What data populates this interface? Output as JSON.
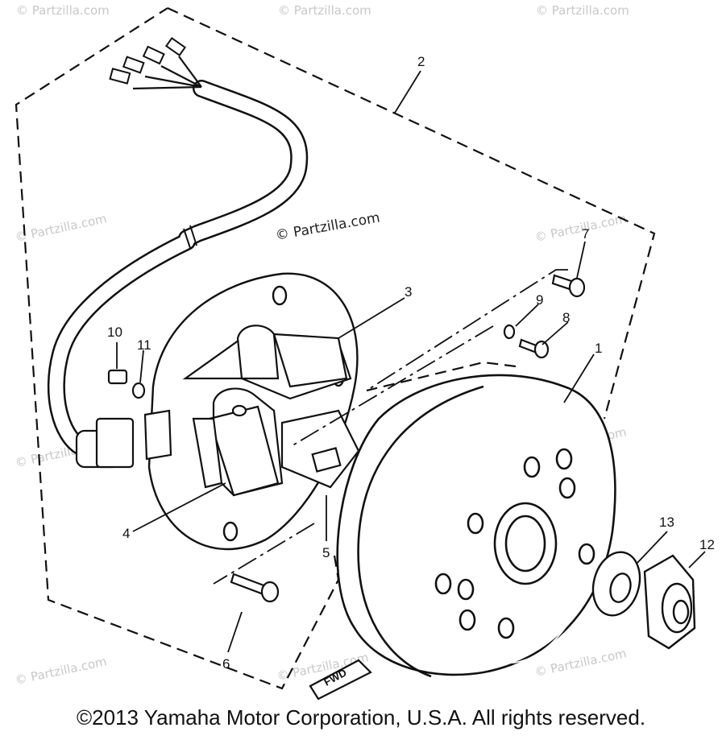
{
  "watermark": {
    "center": "© Partzilla.com",
    "faint": "© Partzilla.com"
  },
  "callouts": {
    "c1": "1",
    "c2": "2",
    "c3": "3",
    "c4": "4",
    "c5": "5",
    "c6": "6",
    "c7": "7",
    "c8": "8",
    "c9": "9",
    "c10": "10",
    "c11": "11",
    "c12": "12",
    "c13": "13"
  },
  "fwd_label": "FWD",
  "copyright": "©2013 Yamaha Motor Corporation, U.S.A. All rights reserved."
}
